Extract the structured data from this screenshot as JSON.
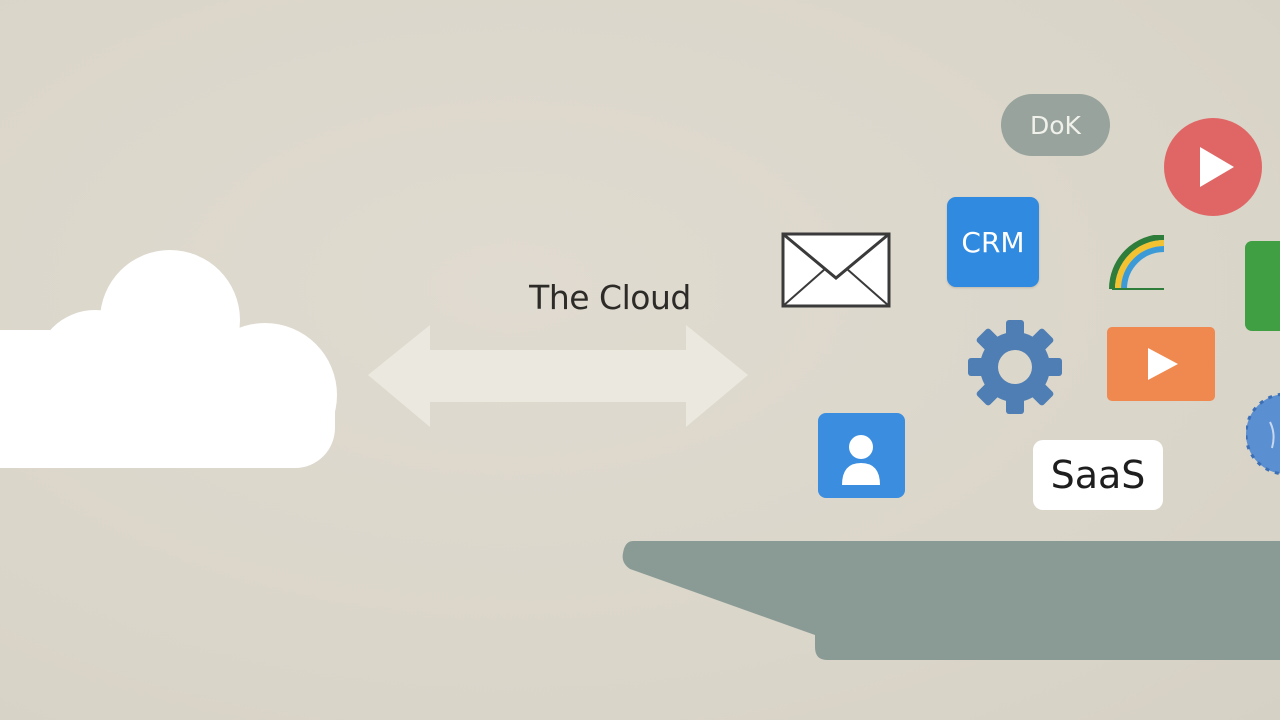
{
  "diagram": {
    "caption": "The Cloud",
    "badges": {
      "dok": "DoK",
      "crm": "CRM",
      "saas": "SaaS"
    },
    "icons": [
      "cloud-icon",
      "bidirectional-arrow-icon",
      "mail-icon",
      "crm-icon",
      "user-icon",
      "settings-gear-icon",
      "play-button-icon",
      "video-play-icon",
      "rainbow-icon",
      "green-app-icon",
      "globe-icon",
      "platform-tray"
    ],
    "colors": {
      "background": "#dcd7cb",
      "cloud": "#ffffff",
      "arrow": "#ebe8e0",
      "crm": "#2f8ae0",
      "user_tile": "#3b8ddf",
      "gear": "#4e7eb3",
      "play_circle": "#e06666",
      "play_square": "#f0894f",
      "dok_pill": "#97a39c",
      "tray": "#8a9b96",
      "green_app": "#3f9f42"
    }
  }
}
